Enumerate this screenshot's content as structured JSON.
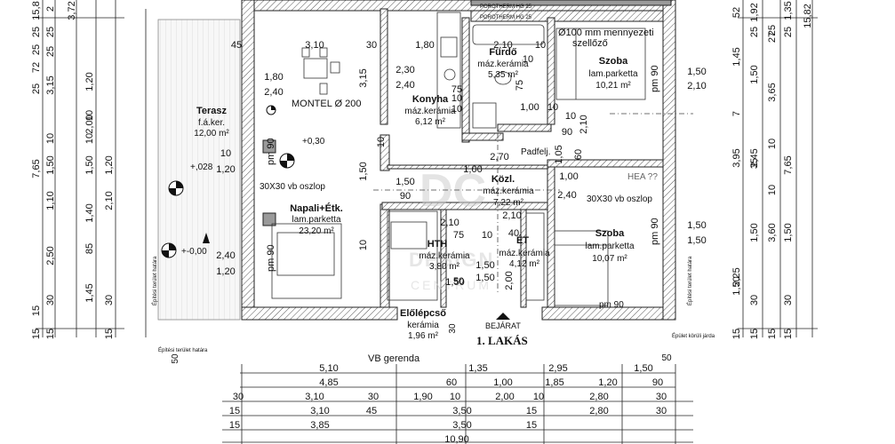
{
  "rooms": {
    "terasz": {
      "name": "Terasz",
      "floor": "f.á.ker.",
      "area": "12,00 m²"
    },
    "napali": {
      "name": "Napali+Étk.",
      "floor": "lam.parketta",
      "area": "23,20 m²"
    },
    "konyha": {
      "name": "Konyha",
      "floor": "máz.kerámia",
      "area": "6,12 m²"
    },
    "furdo": {
      "name": "Fürdő",
      "floor": "máz.kerámia",
      "area": "5,35 m²"
    },
    "szoba1": {
      "name": "Szoba",
      "floor": "lam.parketta",
      "area": "10,21 m²"
    },
    "kozl": {
      "name": "Közl.",
      "floor": "máz.kerámia",
      "area": "7,22 m²"
    },
    "szoba2": {
      "name": "Szoba",
      "floor": "lam.parketta",
      "area": "10,07 m²"
    },
    "hth": {
      "name": "HTH",
      "floor": "máz.kerámia",
      "area": "3,80 m²"
    },
    "et": {
      "name": "ÉT",
      "floor": "máz.kerámia",
      "area": "4,12 m²"
    },
    "eloleptso": {
      "name": "Előlépcső",
      "floor": "kerámia",
      "area": "1,96 m²"
    }
  },
  "notes": {
    "montel": "MONTEL Ø 200",
    "ventilation_1": "Ø100 mm mennyezeti",
    "ventilation_2": "szellőző",
    "column_1": "30X30 vb oszlop",
    "column_2": "30X30 vb oszlop",
    "padfelj": "Padfelj.",
    "hea": "HEA ??",
    "vb_gerenda": "VB gerenda",
    "bejarat": "BEJÁRAT",
    "apartment": "1. LAKÁS",
    "porotherm_1": "POROTHERM HG 25",
    "porotherm_2": "POROTHERM HG 25",
    "level_1": "+0,30",
    "level_2": "+,028",
    "level_3": "+-0,00",
    "pm90_1": "pm 90",
    "pm90_2": "pm 90",
    "pm90_3": "pm 90",
    "pm90_4": "pm 90",
    "pm90_5": "pm 90",
    "boundary_1": "Építési terület határa",
    "boundary_2": "Építési terület határa",
    "boundary_3": "Építési terület határa",
    "boundary_4": "Épület körüli járda"
  },
  "inner_dims": [
    "45",
    "3,10",
    "30",
    "1,80",
    "2,10",
    "10",
    "10",
    "1,80",
    "2,40",
    "2,30",
    "2,40",
    "3,15",
    "10",
    "10",
    "1,00",
    "10",
    "75",
    "10",
    "90",
    "2,10",
    "1,05",
    "60",
    "10",
    "1,20",
    "1,50",
    "1,50",
    "1,00",
    "2,70",
    "1,00",
    "90",
    "2,40",
    "2,10",
    "75",
    "10",
    "40",
    "10",
    "2,00",
    "2,40",
    "1,20",
    "1,50",
    "50",
    "1,50",
    "2,10",
    "1,50",
    "1,50",
    "1,50",
    "1,50",
    "10",
    "2,10",
    "75"
  ],
  "bottom_dims": {
    "row1": [
      "5,10",
      "1,35",
      "2,95",
      "1,50"
    ],
    "row2": [
      "4,85",
      "60",
      "1,00",
      "1,85",
      "1,20",
      "90"
    ],
    "row3": [
      "30",
      "3,10",
      "30",
      "1,90",
      "10",
      "2,00",
      "10",
      "2,80",
      "30"
    ],
    "row4": [
      "15",
      "3,10",
      "45",
      "3,50",
      "15",
      "2,80",
      "30"
    ],
    "row5": [
      "15",
      "3,85",
      "3,50",
      "15"
    ],
    "row6": [
      "10,90"
    ],
    "misc": [
      "50",
      "30",
      "50"
    ]
  },
  "left_dims": {
    "col1": [
      "15,8",
      "25",
      "25",
      "72",
      "25",
      "7,65",
      "15",
      "15"
    ],
    "col2": [
      "2",
      "25",
      "25",
      "3,15",
      "10",
      "1,50",
      "1,10",
      "2,50",
      "30",
      "15"
    ],
    "col3": [
      "3,72",
      "2,00",
      "1,20",
      "1,40",
      "2,10",
      "85",
      "30",
      "1,45",
      "15"
    ],
    "col4": [
      "1,20",
      "10",
      "10",
      "1,50"
    ]
  },
  "right_dims": {
    "col1": [
      "52",
      "1,45",
      "7",
      "3,95",
      "1,50",
      "2,25",
      "15"
    ],
    "col2": [
      "1,92",
      "25",
      "1,50",
      "2,45",
      "35",
      "1,50",
      "30",
      "15"
    ],
    "col3": [
      "25",
      "27",
      "3,65",
      "10",
      "3,60",
      "10",
      "15"
    ],
    "col4": [
      "1,35",
      "25",
      "1,50",
      "7,65",
      "30",
      "15"
    ],
    "col5": [
      "15,82"
    ]
  }
}
